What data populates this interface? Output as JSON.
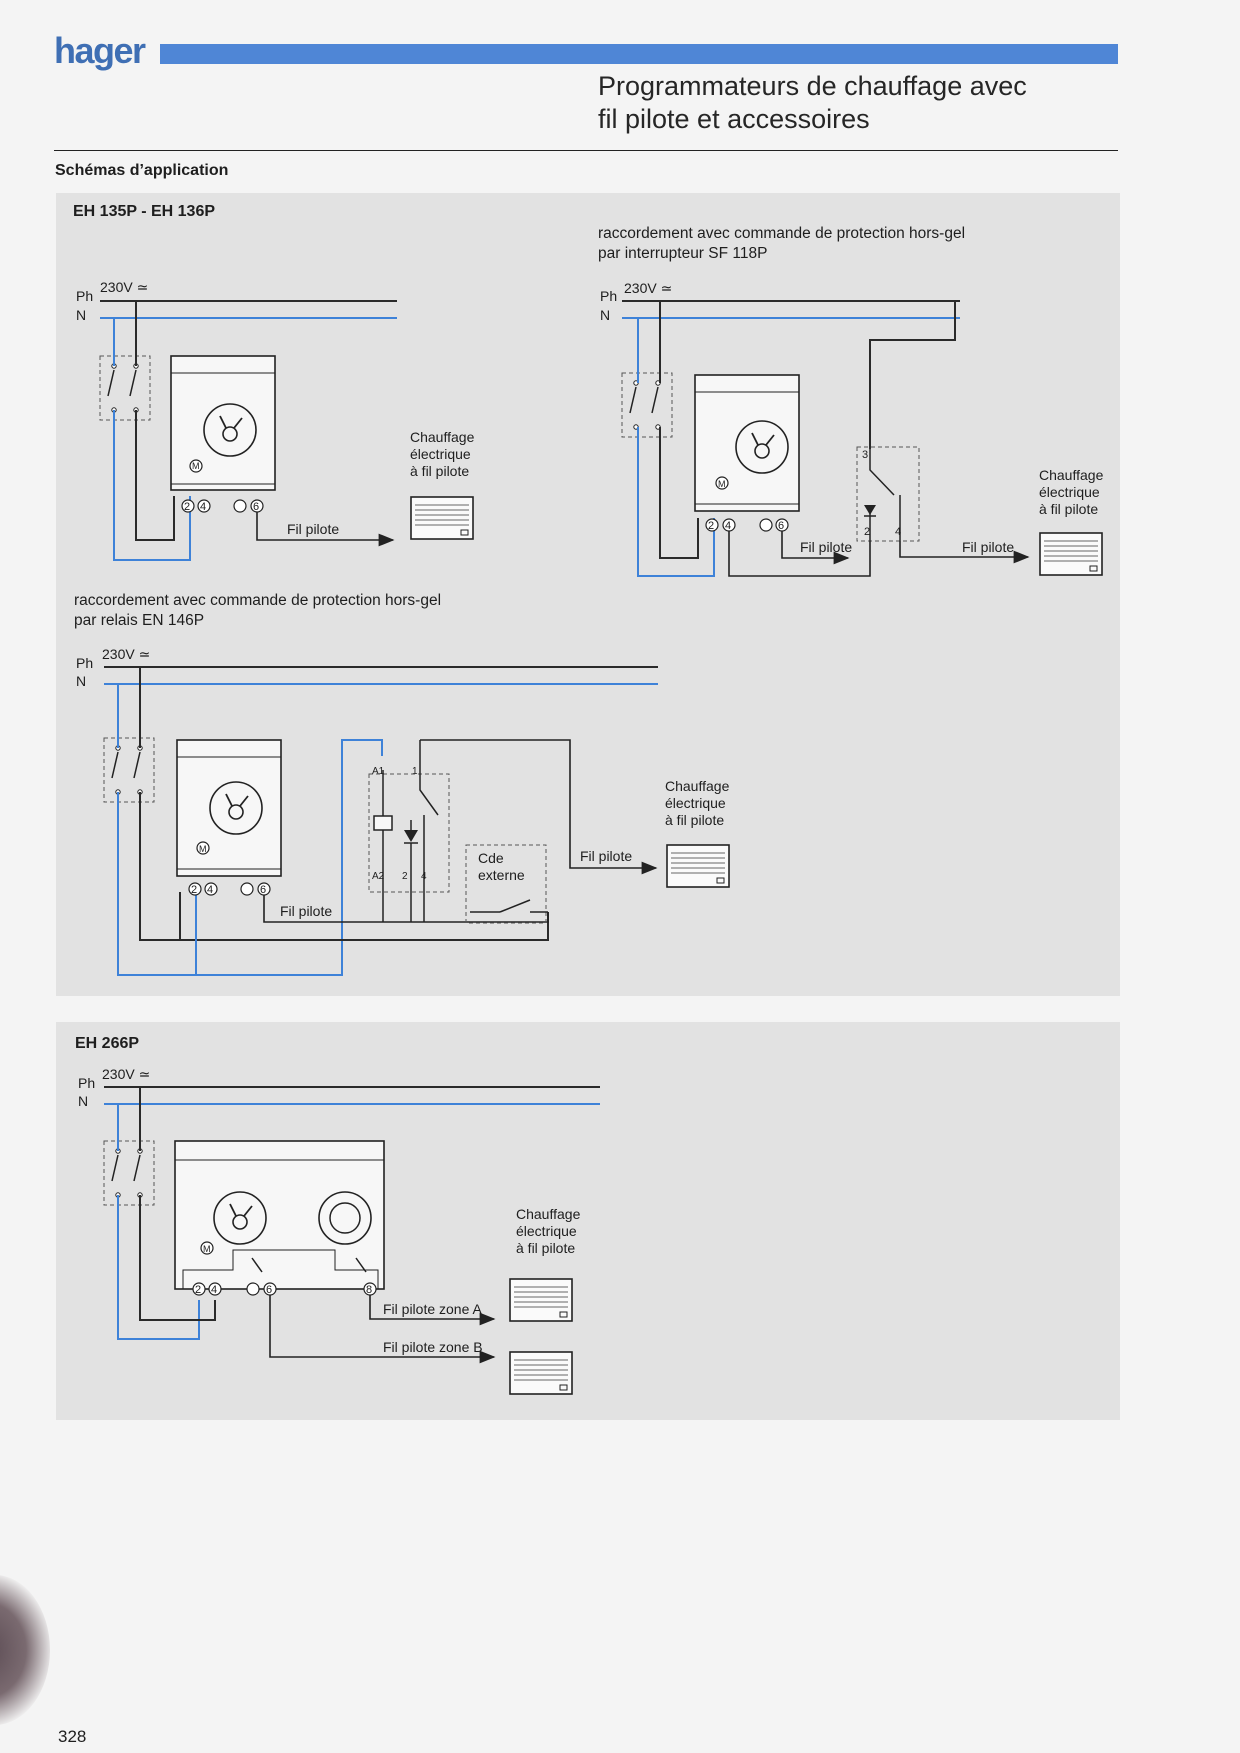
{
  "header": {
    "brand": "hager",
    "title_line1": "Programmateurs de chauffage avec",
    "title_line2": "fil pilote et accessoires"
  },
  "section_title": "Schémas d’application",
  "diagrams": {
    "d1": {
      "model": "EH 135P - EH 136P",
      "ph": "Ph",
      "n": "N",
      "voltage": "230V ≃",
      "term_2": "2",
      "term_4": "4",
      "term_6": "6",
      "motor": "M",
      "wire": "Fil pilote",
      "heater_1": "Chauffage",
      "heater_2": "électrique",
      "heater_3": "à fil pilote"
    },
    "d2": {
      "caption_1": "raccordement avec commande de protection hors-gel",
      "caption_2": "par interrupteur SF 118P",
      "ph": "Ph",
      "n": "N",
      "voltage": "230V ≃",
      "term_2": "2",
      "term_4": "4",
      "term_6": "6",
      "motor": "M",
      "sw_3": "3",
      "sw_2": "2",
      "sw_4": "4",
      "wire_a": "Fil pilote",
      "wire_b": "Fil pilote",
      "heater_1": "Chauffage",
      "heater_2": "électrique",
      "heater_3": "à fil pilote"
    },
    "d3": {
      "caption_1": "raccordement avec commande de protection hors-gel",
      "caption_2": "par relais EN 146P",
      "ph": "Ph",
      "n": "N",
      "voltage": "230V ≃",
      "term_2": "2",
      "term_4": "4",
      "term_6": "6",
      "motor": "M",
      "relay_a1": "A1",
      "relay_a2": "A2",
      "relay_1": "1",
      "relay_2": "2",
      "relay_4": "4",
      "cde_1": "Cde",
      "cde_2": "externe",
      "wire_a": "Fil pilote",
      "wire_b": "Fil pilote",
      "heater_1": "Chauffage",
      "heater_2": "électrique",
      "heater_3": "à fil pilote"
    },
    "d4": {
      "model": "EH 266P",
      "ph": "Ph",
      "n": "N",
      "voltage": "230V ≃",
      "term_2": "2",
      "term_4": "4",
      "term_6": "6",
      "term_8": "8",
      "motor": "M",
      "zone_a": "Fil pilote zone A",
      "zone_b": "Fil pilote zone B",
      "heater_1": "Chauffage",
      "heater_2": "électrique",
      "heater_3": "à fil pilote"
    }
  },
  "page_number": "328",
  "colors": {
    "brand_blue": "#4f86d6",
    "neutral_wire": "#3e82d8",
    "phase_wire": "#2a2a2a",
    "panel": "#e2e2e2"
  }
}
